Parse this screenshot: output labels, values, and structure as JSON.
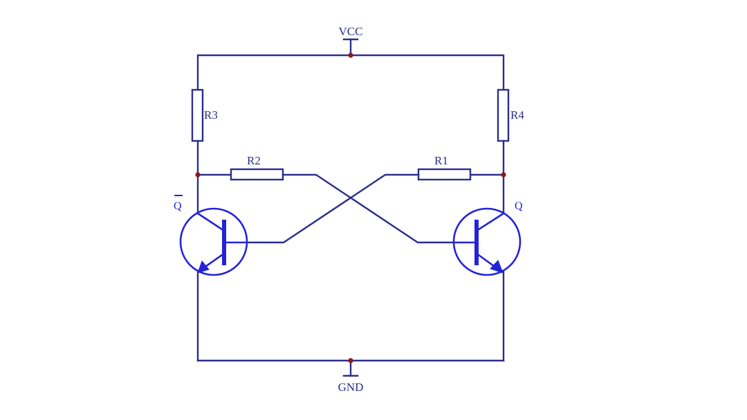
{
  "labels": {
    "vcc": "VCC",
    "gnd": "GND",
    "r1": "R1",
    "r2": "R2",
    "r3": "R3",
    "r4": "R4",
    "q_bar": "Q",
    "q": "Q"
  },
  "colors": {
    "wire": "#2b2e8a",
    "transistor": "#2323d8",
    "junction": "#8b1a1a"
  }
}
